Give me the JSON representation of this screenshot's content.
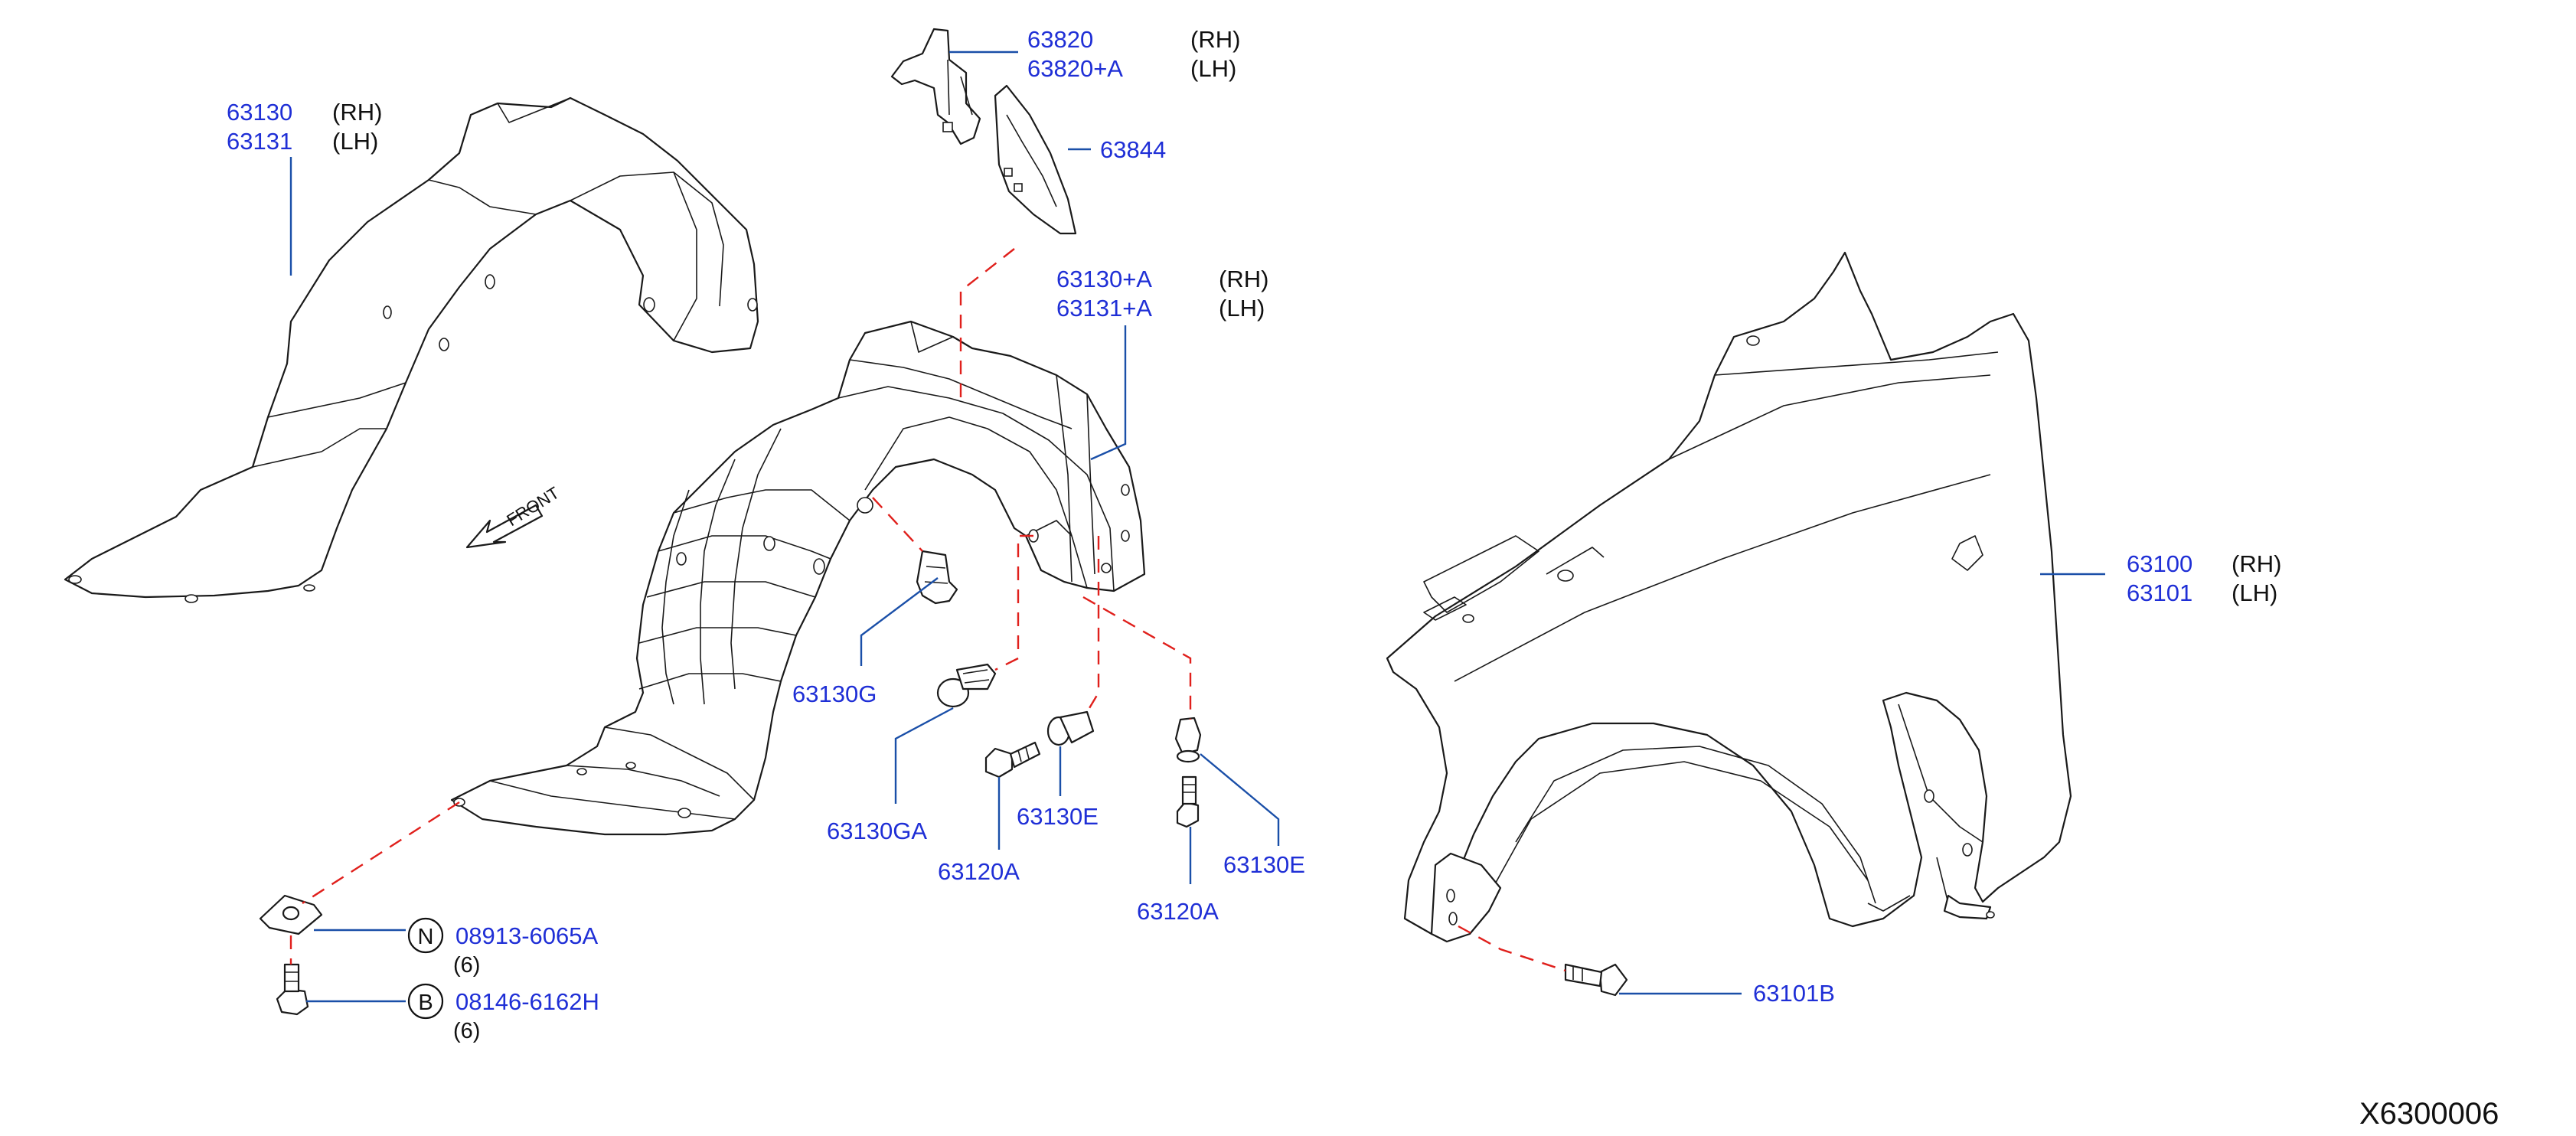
{
  "diagram_id": "X6300006",
  "front_label": "FRONT",
  "callouts": {
    "p63130": {
      "pn": "63130",
      "side": "(RH)"
    },
    "p63131": {
      "pn": "63131",
      "side": "(LH)"
    },
    "p63820": {
      "pn": "63820",
      "side": "(RH)"
    },
    "p63820a": {
      "pn": "63820+A",
      "side": "(LH)"
    },
    "p63844": {
      "pn": "63844"
    },
    "p63130a": {
      "pn": "63130+A",
      "side": "(RH)"
    },
    "p63131a": {
      "pn": "63131+A",
      "side": "(LH)"
    },
    "p63130g": {
      "pn": "63130G"
    },
    "p63130ga": {
      "pn": "63130GA"
    },
    "p63120a_1": {
      "pn": "63120A"
    },
    "p63130e_1": {
      "pn": "63130E"
    },
    "p63130e_2": {
      "pn": "63130E"
    },
    "p63120a_2": {
      "pn": "63120A"
    },
    "p63100": {
      "pn": "63100",
      "side": "(RH)"
    },
    "p63101": {
      "pn": "63101",
      "side": "(LH)"
    },
    "p63101b": {
      "pn": "63101B"
    },
    "nut": {
      "letter": "N",
      "pn": "08913-6065A",
      "qty": "(6)"
    },
    "bolt": {
      "letter": "B",
      "pn": "08146-6162H",
      "qty": "(6)"
    }
  },
  "colors": {
    "part_number": "#1f2fd6",
    "leader_line": "#1a4fa8",
    "dashed_connector": "#e0201c",
    "outline": "#1a1a1a"
  }
}
